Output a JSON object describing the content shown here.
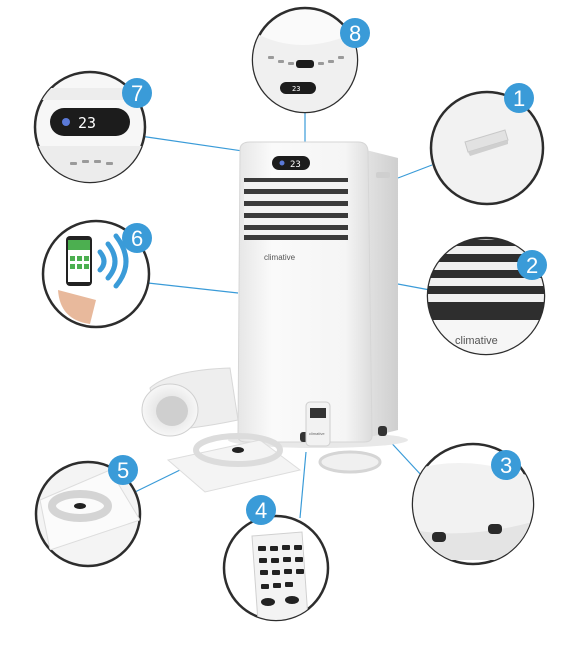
{
  "colors": {
    "accent": "#3a9bd8",
    "badge": "#3a9bd8",
    "unit_body": "#f4f4f4",
    "display_bg": "#1c1c1c"
  },
  "product": {
    "brand": "climative",
    "display_temp": "23"
  },
  "callouts": [
    {
      "number": "1",
      "icon": "side-handle-icon"
    },
    {
      "number": "2",
      "icon": "air-louvre-icon"
    },
    {
      "number": "3",
      "icon": "caster-wheel-icon"
    },
    {
      "number": "4",
      "icon": "remote-control-icon"
    },
    {
      "number": "5",
      "icon": "window-kit-icon"
    },
    {
      "number": "6",
      "icon": "smartphone-wifi-icon"
    },
    {
      "number": "7",
      "icon": "display-panel-icon"
    },
    {
      "number": "8",
      "icon": "control-panel-icon"
    }
  ]
}
